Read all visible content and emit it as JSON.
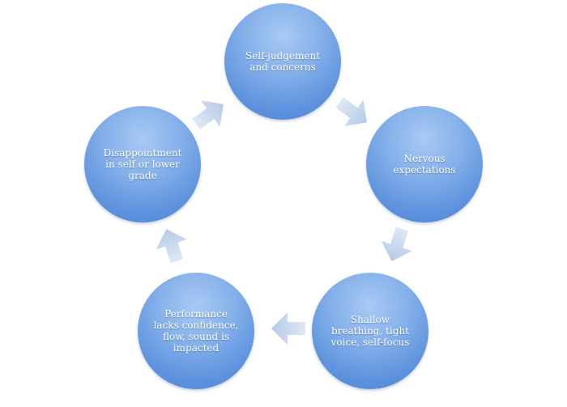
{
  "diagram": {
    "type": "cycle",
    "direction": "clockwise",
    "colors": {
      "node_fill": "#6a9be0",
      "node_highlight": "#a9c9f3",
      "arrow_fill": "#c5d6ee",
      "text": "#ffffff"
    },
    "nodes": [
      {
        "label": "Self-judgement and concerns"
      },
      {
        "label": "Nervous expectations"
      },
      {
        "label": "Shallow breathing, tight voice, self-focus"
      },
      {
        "label": "Performance lacks confidence, flow, sound is impacted"
      },
      {
        "label": "Disappointment in self or lower grade"
      }
    ]
  }
}
